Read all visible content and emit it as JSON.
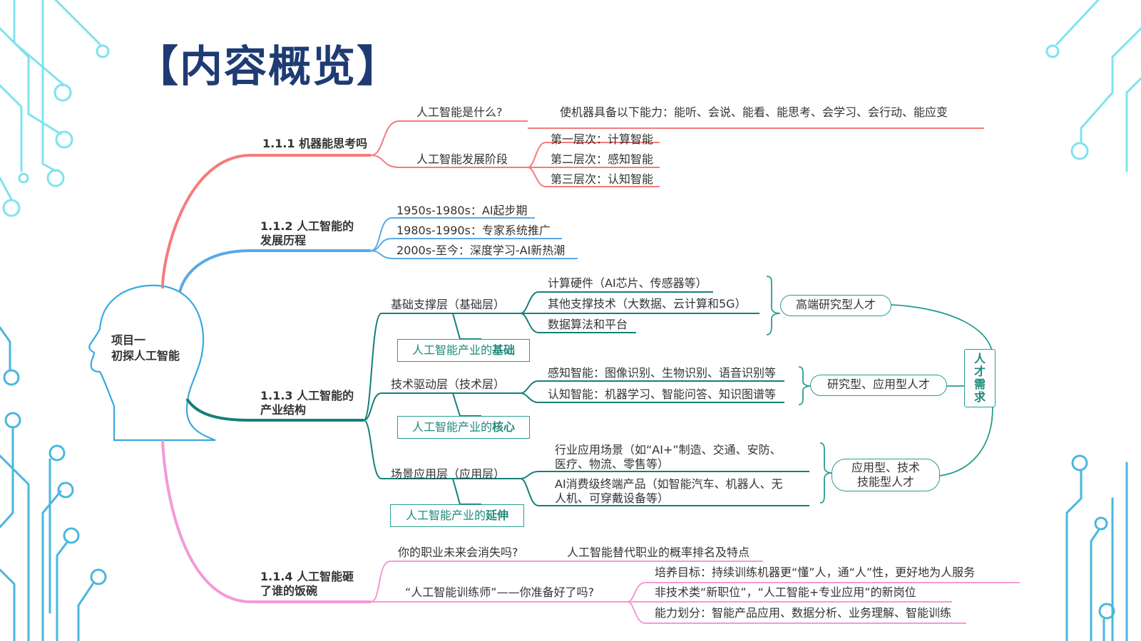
{
  "title": "【内容概览】",
  "center": {
    "line1": "项目一",
    "line2": "初探人工智能"
  },
  "colors": {
    "branch1": "#f47c7c",
    "branch2": "#5aa9e6",
    "branch3": "#167f7a",
    "branch4": "#f29bd6",
    "teal": "#2a9d8f",
    "title": "#1f3b73"
  },
  "b1": {
    "label": "1.1.1  机器能思考吗",
    "q1": "人工智能是什么?",
    "q1_answer": "使机器具备以下能力：能听、会说、能看、能思考、会学习、会行动、能应变",
    "q2": "人工智能发展阶段",
    "stages": [
      "第一层次：计算智能",
      "第二层次：感知智能",
      "第三层次：认知智能"
    ]
  },
  "b2": {
    "label_line1": "1.1.2 人工智能的",
    "label_line2": "发展历程",
    "items": [
      "1950s-1980s：AI起步期",
      "1980s-1990s：专家系统推广",
      "2000s-至今：深度学习-AI新热潮"
    ]
  },
  "b3": {
    "label_line1": "1.1.3 人工智能的",
    "label_line2": "产业结构",
    "layer1": "基础支撑层（基础层）",
    "layer1_items": [
      "计算硬件（AI芯片、传感器等）",
      "其他支撑技术（大数据、云计算和5G）",
      "数据算法和平台"
    ],
    "layer1_note_prefix": "人工智能产业的",
    "layer1_note_bold": "基础",
    "layer2": "技术驱动层（技术层）",
    "layer2_items": [
      "感知智能：图像识别、生物识别、语音识别等",
      "认知智能：机器学习、智能问答、知识图谱等"
    ],
    "layer2_note_prefix": "人工智能产业的",
    "layer2_note_bold": "核心",
    "layer3": "场景应用层（应用层）",
    "layer3_items": [
      {
        "l1": "行业应用场景（如“AI+”制造、交通、安防、",
        "l2": "医疗、物流、零售等）"
      },
      {
        "l1": "AI消费级终端产品（如智能汽车、机器人、无",
        "l2": "人机、可穿戴设备等）"
      }
    ],
    "layer3_note_prefix": "人工智能产业的",
    "layer3_note_bold": "延伸",
    "talent1": "高端研究型人才",
    "talent2": "研究型、应用型人才",
    "talent3_l1": "应用型、技术",
    "talent3_l2": "技能型人才",
    "talent_label": "人才需求"
  },
  "b4": {
    "label_line1": "1.1.4 人工智能砸",
    "label_line2": "了谁的饭碗",
    "q1": "你的职业未来会消失吗?",
    "q1_answer": "人工智能替代职业的概率排名及特点",
    "q2": "“人工智能训练师”——你准备好了吗?",
    "q2_items": [
      "培养目标：持续训练机器更“懂”人，通“人”性，更好地为人服务",
      "非技术类“新职位”，“人工智能+专业应用”的新岗位",
      "能力划分：智能产品应用、数据分析、业务理解、智能训练"
    ]
  }
}
